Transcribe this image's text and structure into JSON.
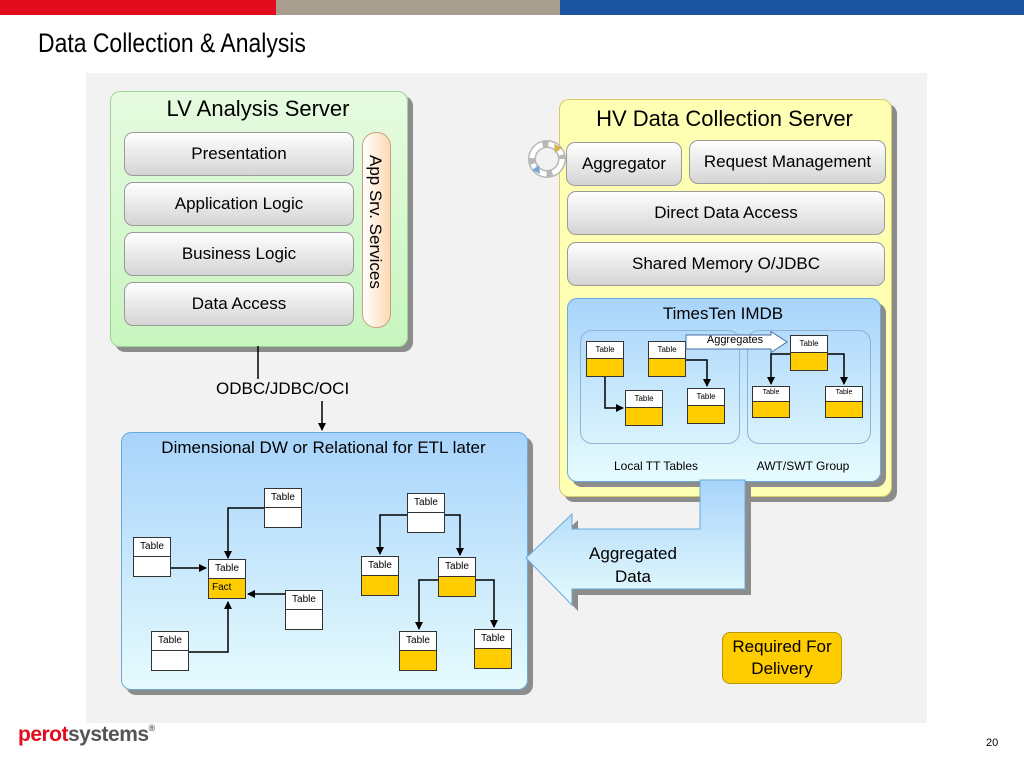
{
  "header": {
    "bar_colors": [
      "#e30b1e",
      "#a79e8d",
      "#1b55a0"
    ],
    "title": "Data Collection & Analysis"
  },
  "lv_server": {
    "title": "LV Analysis Server",
    "layers": [
      "Presentation",
      "Application Logic",
      "Business Logic",
      "Data Access"
    ],
    "side_services": "App Srv. Services"
  },
  "connector_label": "ODBC/JDBC/OCI",
  "hv_server": {
    "title": "HV Data Collection Server",
    "aggregator": "Aggregator",
    "request_management": "Request Management",
    "direct_data_access": "Direct Data Access",
    "shared_memory": "Shared Memory O/JDBC",
    "timesten": {
      "title": "TimesTen IMDB",
      "aggregates_label": "Aggregates",
      "local_label": "Local TT Tables",
      "awt_label": "AWT/SWT Group",
      "table_label": "Table"
    }
  },
  "dw": {
    "title": "Dimensional DW or Relational for ETL later",
    "table_label": "Table",
    "fact_label": "Fact"
  },
  "aggregated_data": {
    "line1": "Aggregated",
    "line2": "Data"
  },
  "required": {
    "line1": "Required For",
    "line2": "Delivery"
  },
  "footer": {
    "logo_part1": "perot",
    "logo_part2": "systems",
    "logo_reg": "®",
    "page_number": "20"
  }
}
